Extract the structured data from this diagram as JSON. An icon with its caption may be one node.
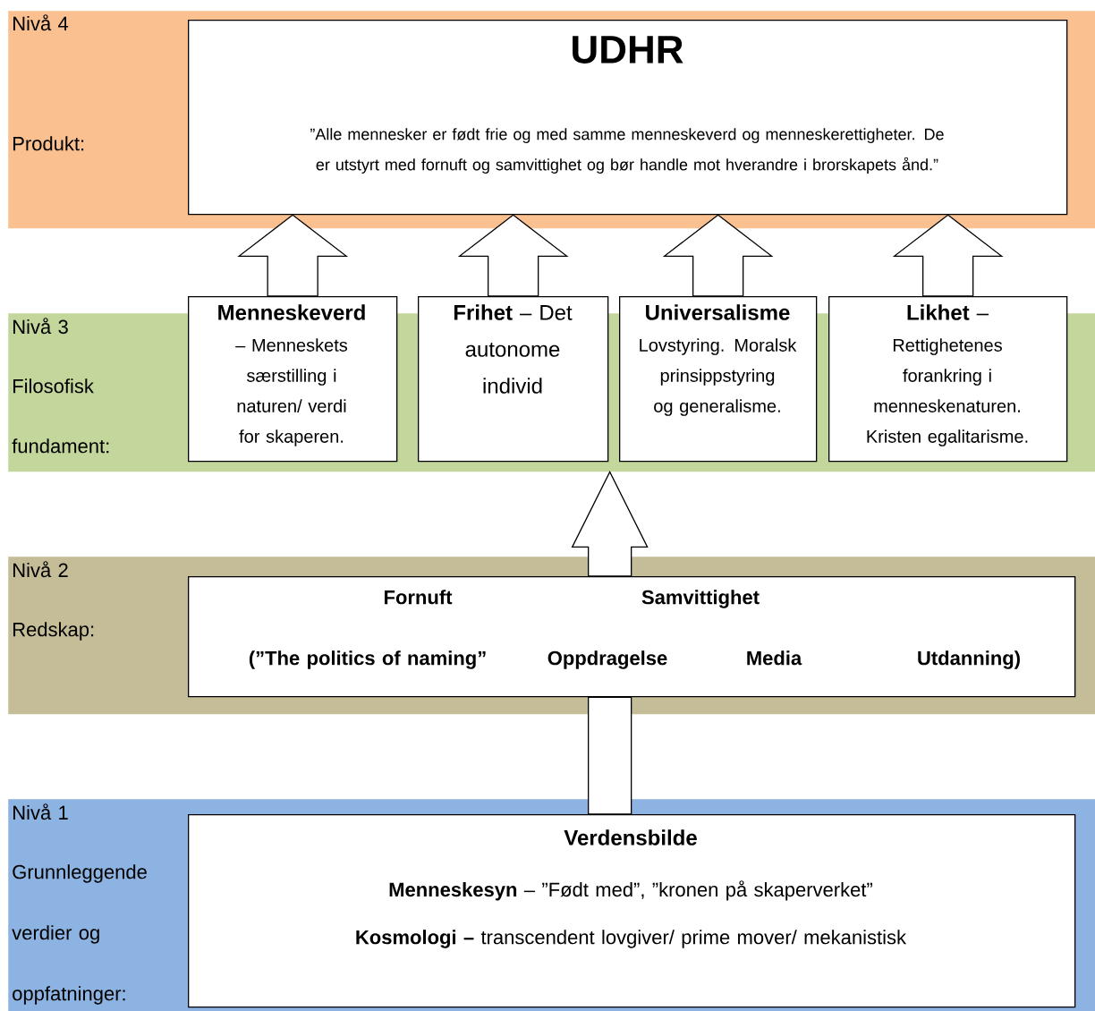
{
  "diagram": {
    "nodes": [
      {
        "text": [
          "Nivå 4",
          "Produkt:"
        ]
      },
      {
        "text": [
          "UDHR",
          "”Alle mennesker er født frie og med samme menneskeverd og menneskerettigheter. De er utstyrt med fornuft og samvittighet og bør handle mot hverandre i brorskapets ånd.”"
        ],
        "in": 0
      },
      {
        "text": [
          "Nivå 3",
          "Filosofisk fundament:"
        ]
      },
      {
        "text": [
          "Menneskeverd",
          "– Menneskets særstilling i naturen/ verdi for skaperen."
        ]
      },
      {
        "text": [
          "**Frihet** – Det autonome individ"
        ]
      },
      {
        "text": [
          "Universalisme",
          "Lovstyring. Moralsk prinsippstyring og generalisme."
        ]
      },
      {
        "text": [
          "**Likhet** –",
          "Rettighetenes forankring i menneskenaturen. Kristen egalitarisme."
        ]
      },
      {
        "text": [
          "Nivå 2",
          "Redskap:"
        ]
      },
      {
        "text": [
          "Fornuft",
          "Samvittighet",
          "(”The politics of naming”",
          "Oppdragelse",
          "Media",
          "Utdanning)"
        ],
        "in": 7
      },
      {
        "text": [
          "Nivå 1",
          "Grunnleggende verdier og oppfatninger:"
        ]
      },
      {
        "text": [
          "Verdensbilde",
          "**Menneskesyn** – ”Født med”, ”kronen på skaperverket”",
          "**Kosmologi –** transcendent lovgiver/ prime mover/ mekanistisk"
        ],
        "in": 9
      }
    ],
    "edges": [
      {
        "from": 3,
        "to": 1,
        "arrow": "to"
      },
      {
        "from": 4,
        "to": 1,
        "arrow": "to"
      },
      {
        "from": 5,
        "to": 1,
        "arrow": "to"
      },
      {
        "from": 6,
        "to": 1,
        "arrow": "to"
      },
      {
        "from": 10,
        "to": 8,
        "arrow": "none"
      },
      {
        "from": 8,
        "to": 2,
        "arrow": "to"
      }
    ]
  }
}
